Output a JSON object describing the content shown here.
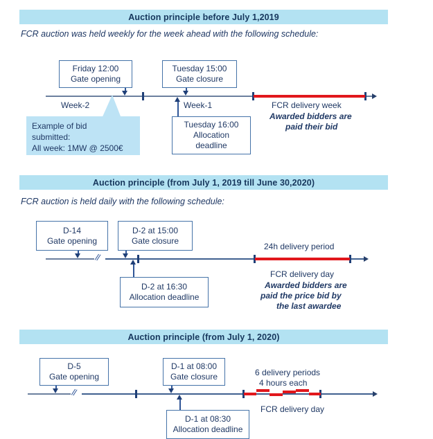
{
  "sections": [
    {
      "id": "before-july-2019",
      "header": "Auction principle before July 1,2019",
      "intro": "FCR auction was held weekly for the week ahead with the following schedule:",
      "boxes": [
        {
          "name": "gate-opening-box",
          "lines": [
            "Friday 12:00",
            "Gate opening"
          ]
        },
        {
          "name": "gate-closure-box",
          "lines": [
            "Tuesday 15:00",
            "Gate closure"
          ]
        },
        {
          "name": "allocation-deadline-box",
          "lines": [
            "Tuesday 16:00",
            "Allocation",
            "deadline"
          ]
        }
      ],
      "axis_labels": [
        {
          "name": "week-minus-2-label",
          "text": "Week-2"
        },
        {
          "name": "week-minus-1-label",
          "text": "Week-1"
        }
      ],
      "delivery": {
        "title": "FCR delivery week",
        "note_line_1": "Awarded bidders are",
        "note_line_2": "paid their bid"
      },
      "bubble": {
        "lines": [
          "Example of bid",
          "submitted:",
          "All week: 1MW @ 2500€"
        ]
      }
    },
    {
      "id": "july-2019-to-june-2020",
      "header": "Auction principle (from July 1, 2019 till June 30,2020)",
      "intro": "FCR auction is held daily with the following schedule:",
      "boxes": [
        {
          "name": "gate-opening-box",
          "lines": [
            "D-14",
            "Gate opening"
          ]
        },
        {
          "name": "gate-closure-box",
          "lines": [
            "D-2 at 15:00",
            "Gate closure"
          ]
        },
        {
          "name": "allocation-deadline-box",
          "lines": [
            "D-2 at 16:30",
            "Allocation deadline"
          ]
        }
      ],
      "delivery": {
        "period_label": "24h delivery period",
        "title": "FCR delivery day",
        "note_line_1": "Awarded bidders are",
        "note_line_2": "paid the price bid by",
        "note_line_3": "the last awardee"
      }
    },
    {
      "id": "from-july-2020",
      "header": "Auction principle (from July 1, 2020)",
      "intro": "",
      "boxes": [
        {
          "name": "gate-opening-box",
          "lines": [
            "D-5",
            "Gate opening"
          ]
        },
        {
          "name": "gate-closure-box",
          "lines": [
            "D-1 at 08:00",
            "Gate closure"
          ]
        },
        {
          "name": "allocation-deadline-box",
          "lines": [
            "D-1 at 08:30",
            "Allocation deadline"
          ]
        }
      ],
      "delivery": {
        "period_label_1": "6 delivery periods",
        "period_label_2": "4 hours each",
        "title": "FCR delivery day"
      }
    }
  ],
  "colors": {
    "header_bar": "#b3e2f2",
    "header_text": "#16365c",
    "body_text": "#1f3864",
    "axis": "#3f5f8f",
    "delivery_red": "#e1171c",
    "bubble_fill": "#bde3f5",
    "box_border": "#4472a8"
  },
  "break_mark": "//"
}
